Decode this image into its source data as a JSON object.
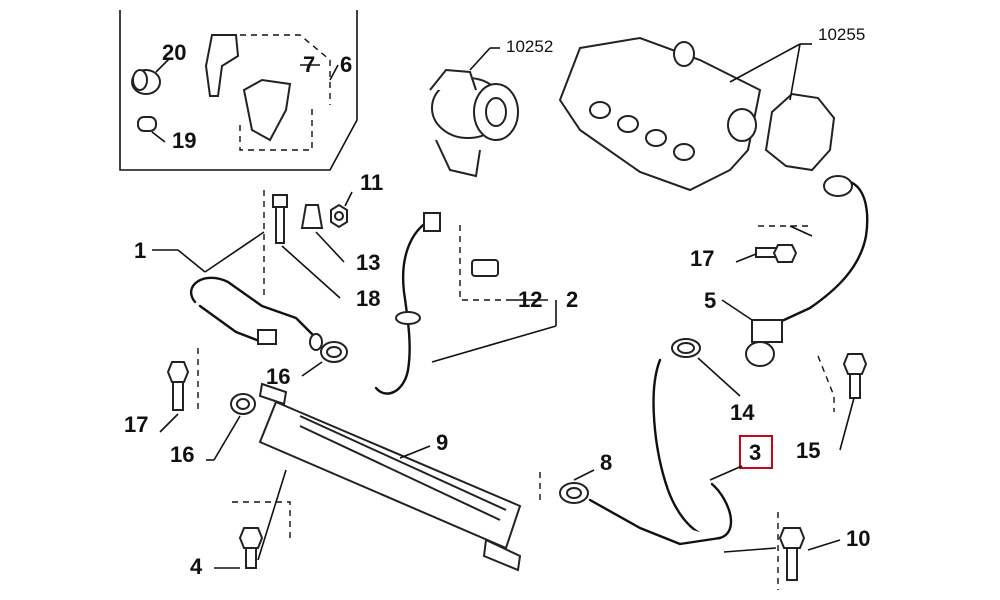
{
  "labels": {
    "l20": "20",
    "l19": "19",
    "l7": "7",
    "l6": "6",
    "l10252": "10252",
    "l10255": "10255",
    "l11": "11",
    "l13": "13",
    "l18": "18",
    "l1": "1",
    "l12": "12",
    "l2": "2",
    "l16a": "16",
    "l17a": "17",
    "l16b": "16",
    "l9": "9",
    "l4": "4",
    "l17b": "17",
    "l5": "5",
    "l14": "14",
    "l3": "3",
    "l15": "15",
    "l8": "8",
    "l10": "10"
  },
  "highlighted_label": "3",
  "colors": {
    "highlight": "#d0021b",
    "line": "#111111",
    "paper": "#ffffff"
  }
}
